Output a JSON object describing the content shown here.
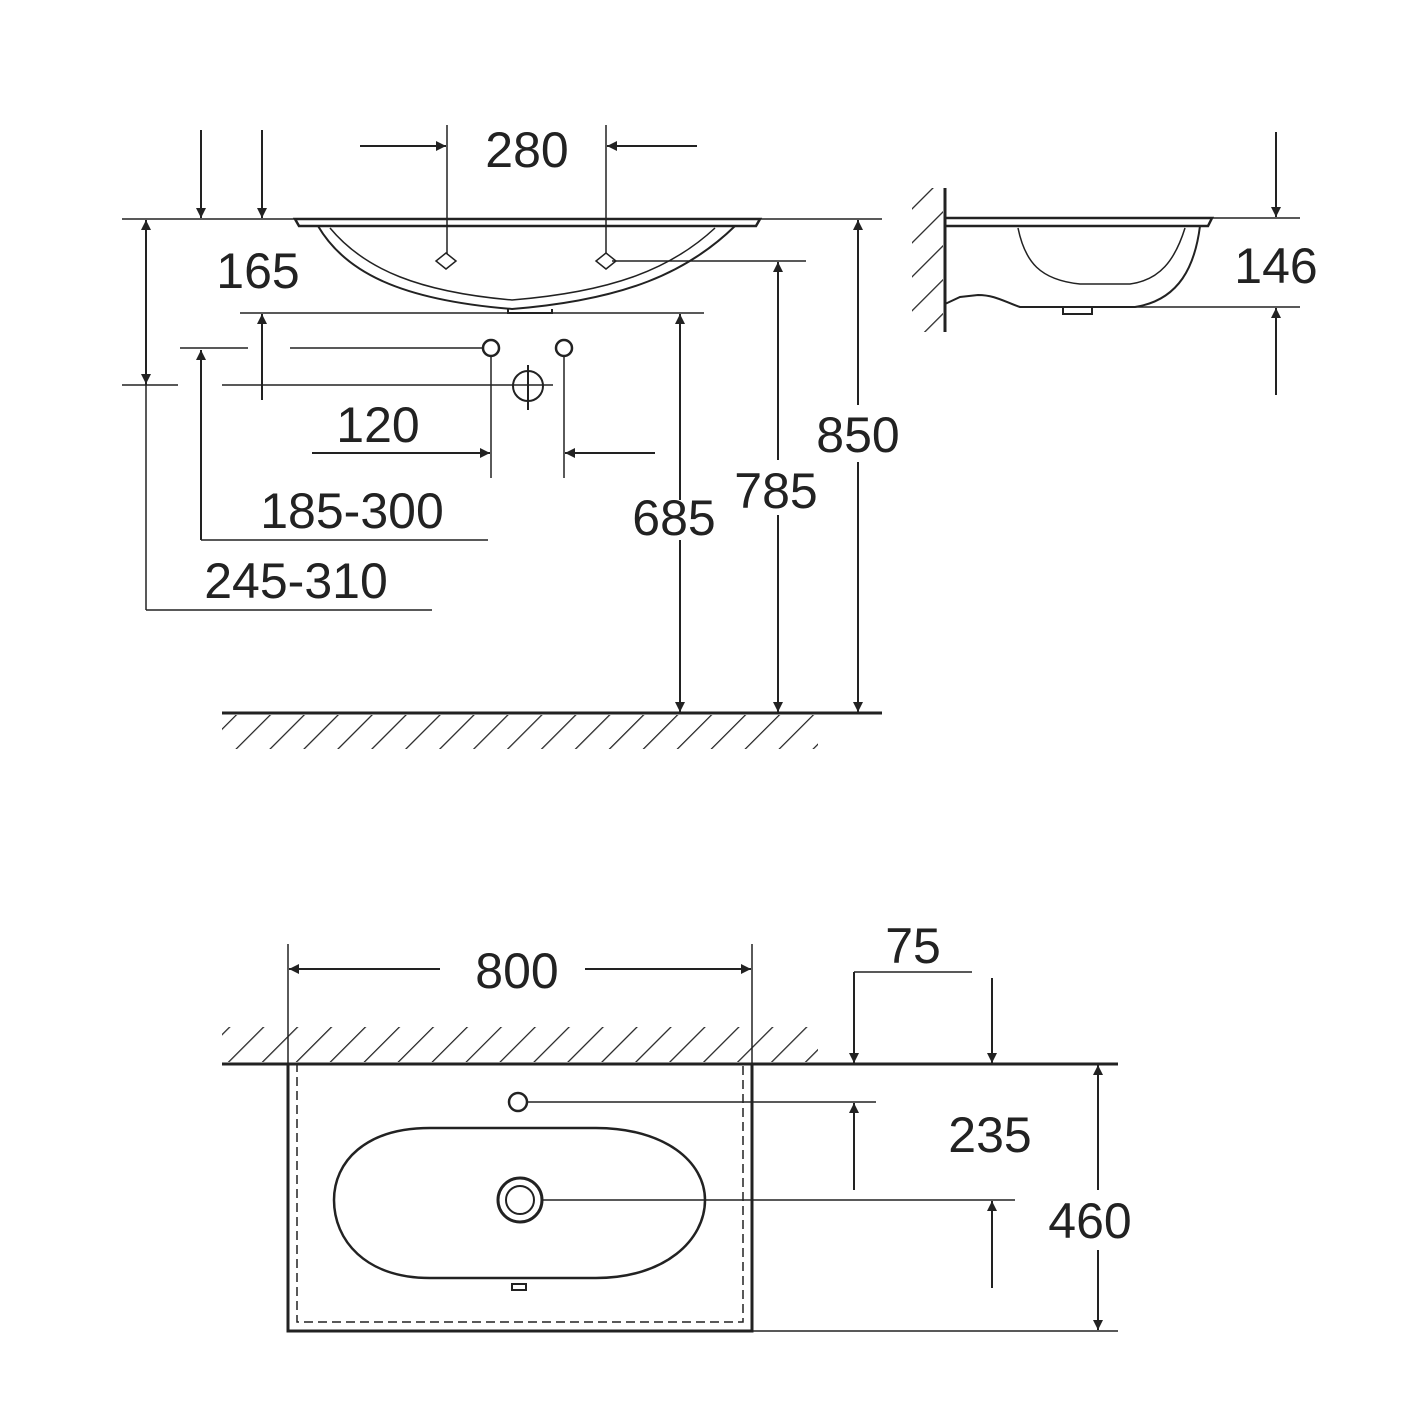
{
  "colors": {
    "line": "#222222",
    "background": "#ffffff"
  },
  "front_view": {
    "tap_hole_spacing": "280",
    "overflow_depth": "165",
    "waste_hole_spacing": "120",
    "trap_height_range_a": "185-300",
    "trap_height_range_b": "245-310",
    "height_685": "685",
    "height_785": "785",
    "height_850": "850"
  },
  "side_view": {
    "basin_depth": "146"
  },
  "top_view": {
    "width": "800",
    "wall_offset": "75",
    "tap_to_drain": "235",
    "depth": "460"
  }
}
